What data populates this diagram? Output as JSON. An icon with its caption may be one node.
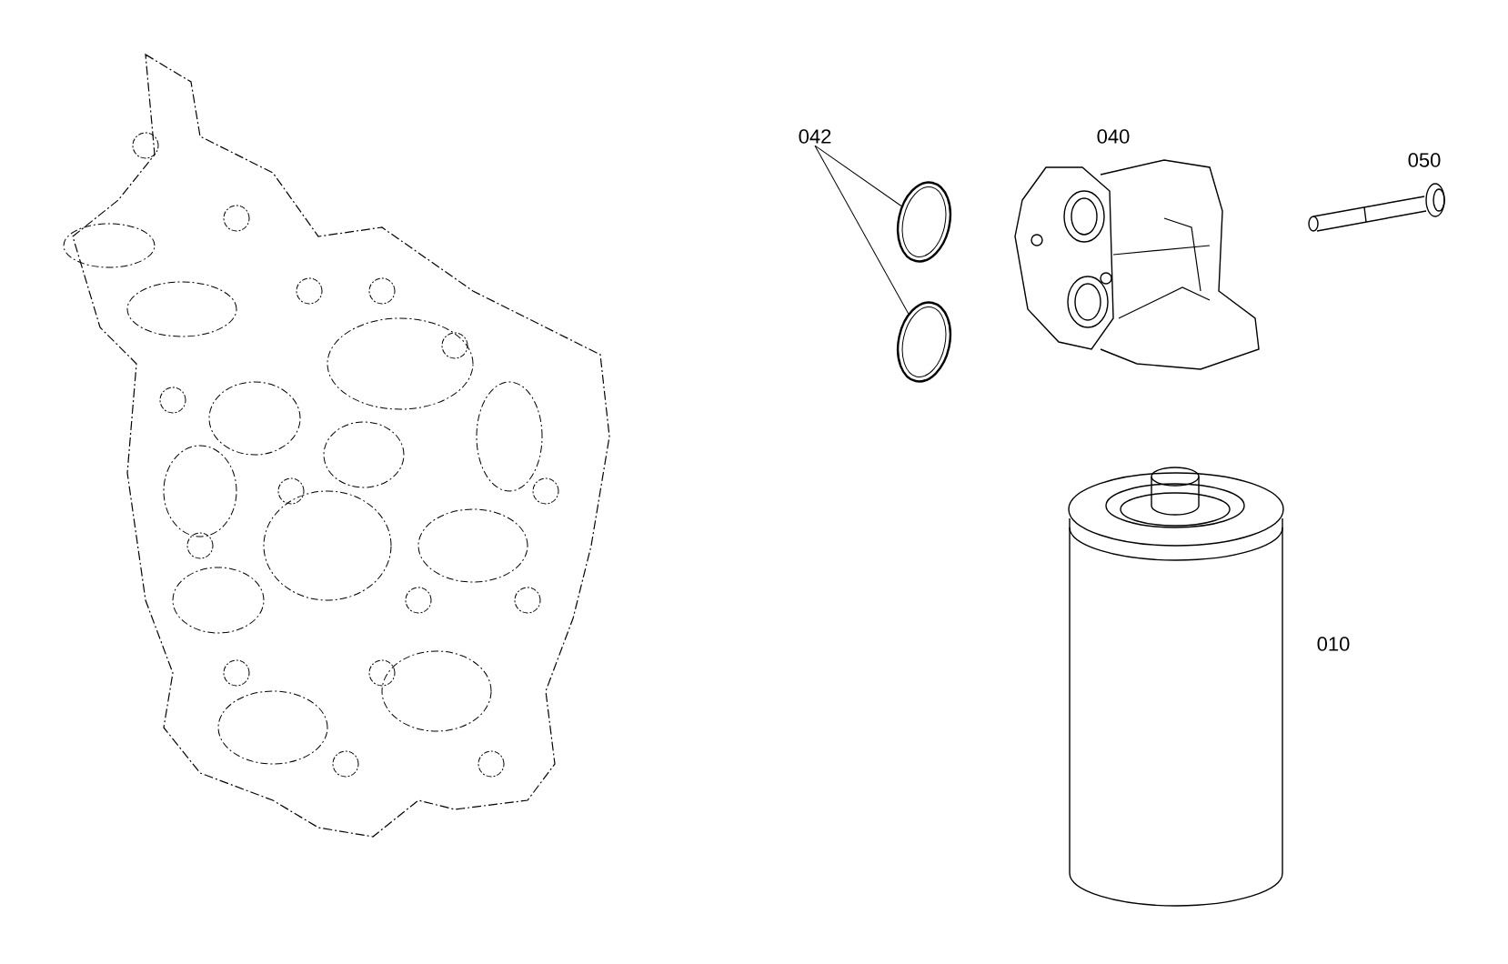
{
  "diagram": {
    "nodes": [
      {
        "text": [
          "042"
        ]
      },
      {
        "text": [],
        "shape": "picture"
      },
      {
        "text": [],
        "shape": "picture"
      }
    ],
    "edges": [
      {
        "from": 0,
        "to": 1,
        "arrow": "none"
      },
      {
        "from": 0,
        "to": 2,
        "arrow": "none"
      }
    ],
    "labels": [
      "040",
      "050",
      "010"
    ]
  }
}
